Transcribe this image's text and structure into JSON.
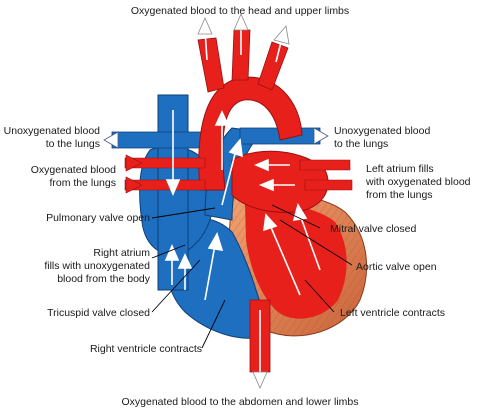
{
  "labels": {
    "head_limbs": "Oxygenated blood to the head and upper limbs",
    "abdomen_limbs": "Oxygenated blood to the abdomen and lower limbs",
    "unox_left_1": "Unoxygenated blood",
    "unox_left_2": "to the lungs",
    "unox_right_1": "Unoxygenated blood",
    "unox_right_2": "to the lungs",
    "ox_from_lungs_1": "Oxygenated blood",
    "ox_from_lungs_2": "from the lungs",
    "left_atrium_1": "Left atrium fills",
    "left_atrium_2": "with oxygenated blood",
    "left_atrium_3": "from the lungs",
    "pulmonary_valve": "Pulmonary valve open",
    "mitral_valve": "Mitral valve closed",
    "right_atrium_1": "Right atrium",
    "right_atrium_2": "fills with unoxygenated",
    "right_atrium_3": "blood from the body",
    "aortic_valve": "Aortic valve open",
    "tricuspid_valve": "Tricuspid valve closed",
    "left_ventricle": "Left ventricle contracts",
    "right_ventricle": "Right ventricle contracts"
  },
  "colors": {
    "oxygenated": "#e8201c",
    "oxygenated_dark": "#b31414",
    "unoxygenated": "#1e6fc0",
    "unoxygenated_dark": "#124a8a",
    "muscle": "#e38b5a",
    "muscle_dark": "#b85a32",
    "arrow": "#ffffff",
    "leader": "#000000"
  }
}
